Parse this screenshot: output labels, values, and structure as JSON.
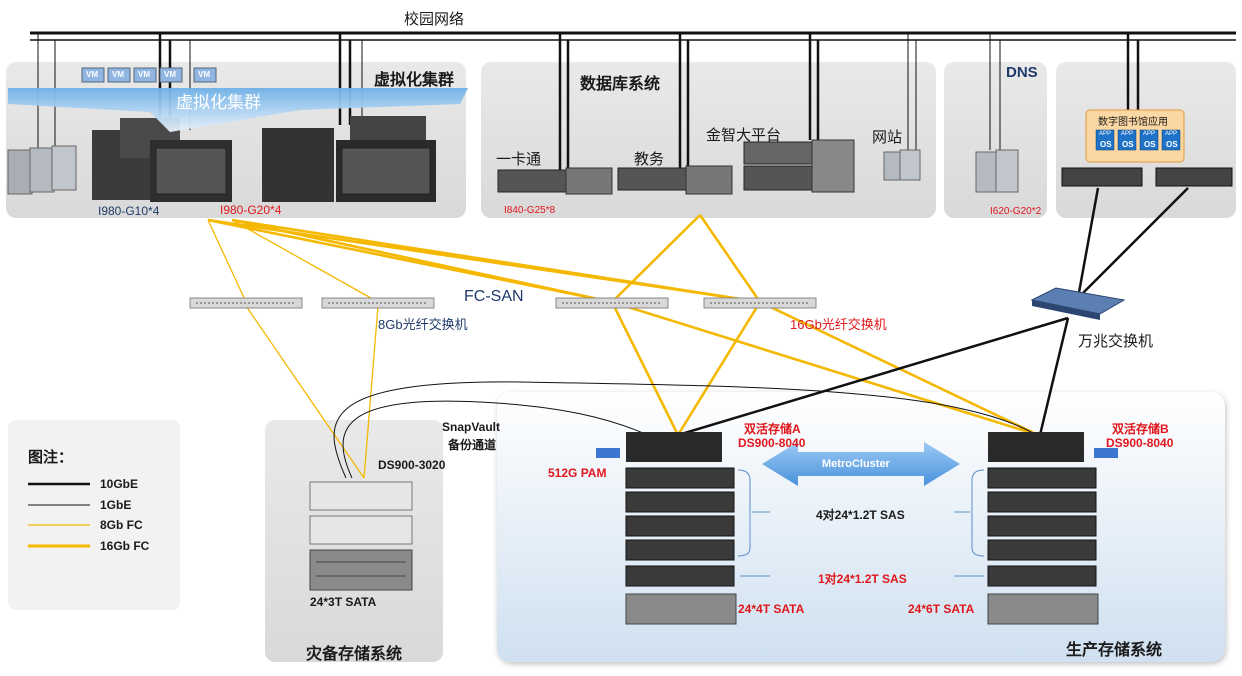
{
  "network": {
    "campus_label": "校园网络"
  },
  "panels": {
    "virtualization": {
      "title": "虚拟化集群",
      "banner": "虚拟化集群",
      "vm_label": "VM",
      "model_a": "I980-G10*4",
      "model_b": "I980-G20*4"
    },
    "database": {
      "title": "数据库系统",
      "cards": "一卡通",
      "academic": "教务",
      "jinzhi": "金智大平台",
      "website": "网站",
      "model": "I840-G25*8"
    },
    "dns": {
      "title": "DNS",
      "model": "I620-G20*2"
    },
    "library": {
      "title": "数字图书馆应用",
      "app": "APP",
      "os": "OS"
    }
  },
  "fcsan": {
    "title": "FC-SAN",
    "switch_8g": "8Gb光纤交换机",
    "switch_16g": "16Gb光纤交换机"
  },
  "ten_g_switch": "万兆交换机",
  "legend": {
    "title": "图注：",
    "items": [
      {
        "label": "10GbE",
        "color": "#111111"
      },
      {
        "label": "1GbE",
        "color": "#111111"
      },
      {
        "label": "8Gb FC",
        "color": "#f5b800"
      },
      {
        "label": "16Gb FC",
        "color": "#f5b800"
      }
    ]
  },
  "backup": {
    "model": "DS900-3020",
    "snapvault_1": "SnapVault",
    "snapvault_2": "备份通道",
    "sata": "24*3T SATA",
    "title": "灾备存储系统"
  },
  "production": {
    "a_title": "双活存储A",
    "a_model": "DS900-8040",
    "b_title": "双活存储B",
    "b_model": "DS900-8040",
    "pam": "512G PAM",
    "metrocluster": "MetroCluster",
    "sas_4": "4对24*1.2T SAS",
    "sas_1": "1对24*1.2T SAS",
    "sata_a": "24*4T SATA",
    "sata_b": "24*6T SATA",
    "title": "生产存储系统"
  }
}
